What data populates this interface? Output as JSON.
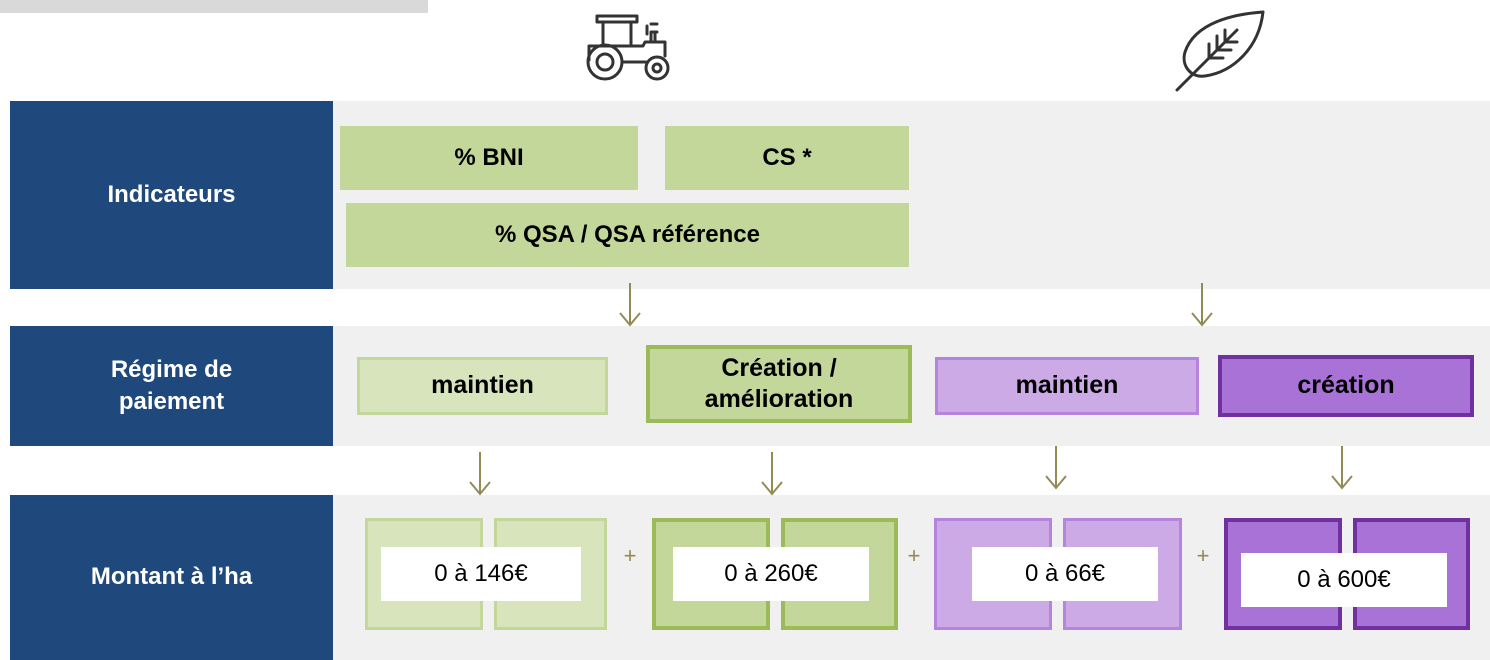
{
  "rows": {
    "indicators": "Indicateurs",
    "payment_regime": "Régime de paiement",
    "amount": "Montant à l’ha"
  },
  "icons": [
    "tractor-icon",
    "leaf-icon"
  ],
  "indicators": {
    "bni": "% BNI",
    "cs": "CS *",
    "qsa": "% QSA / QSA référence"
  },
  "regimes": [
    {
      "label": "maintien"
    },
    {
      "label": "Création / amélioration"
    },
    {
      "label": "maintien"
    },
    {
      "label": "création"
    }
  ],
  "amounts": [
    "0 à 146€",
    "0 à 260€",
    "0 à 66€",
    "0 à 600€"
  ],
  "plus_sign": "+",
  "colors": {
    "navy": "#1f497d",
    "green_light": "#d8e4bc",
    "green": "#c4d79b",
    "green_border": "#9bbb59",
    "purple_light": "#ccaae6",
    "purple_dark": "#a872d6",
    "purple_border": "#7030a0",
    "arrow": "#948a54"
  }
}
